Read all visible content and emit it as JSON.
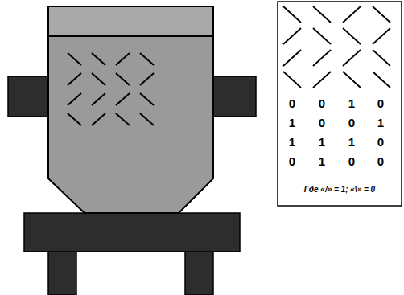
{
  "diagram": {
    "nodes": [
      {
        "text": [
          "Где «/» = 1; «\\» = 0"
        ]
      }
    ],
    "labels": [
      "0",
      "0",
      "1",
      "0",
      "1",
      "0",
      "0",
      "1",
      "1",
      "1",
      "1",
      "0",
      "0",
      "1",
      "0",
      "0"
    ]
  }
}
